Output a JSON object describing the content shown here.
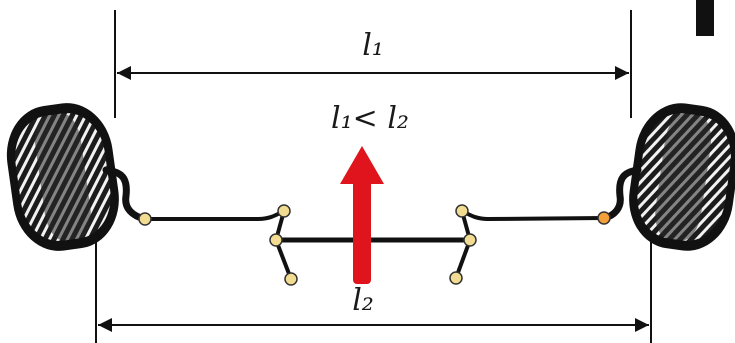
{
  "labels": {
    "top_dimension": "l₁",
    "relation": "l₁< l₂",
    "bottom_dimension": "l₂"
  },
  "colors": {
    "arrow": "#e0141c",
    "joint_fill": "#f2dc92",
    "line": "#111111"
  }
}
